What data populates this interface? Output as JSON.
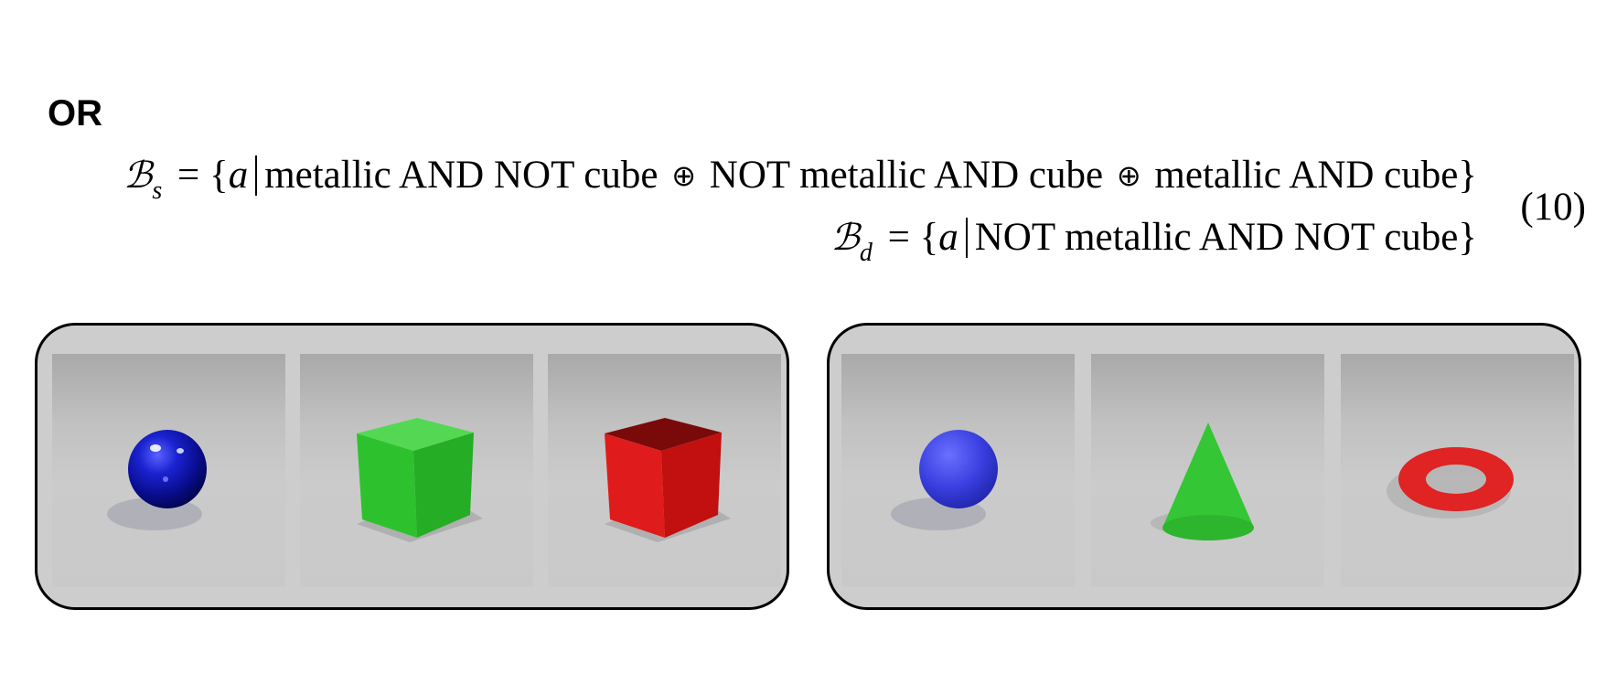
{
  "heading": "OR",
  "equation": {
    "number": "(10)",
    "line1": {
      "symbol": "ℬ",
      "subscript": "s",
      "equals": "=",
      "open": "{",
      "var": "a",
      "term1": "metallic AND NOT cube",
      "op1": "⊕",
      "term2": "NOT metallic AND cube",
      "op2": "⊕",
      "term3": "metallic AND cube",
      "close": "}"
    },
    "line2": {
      "symbol": "ℬ",
      "subscript": "d",
      "equals": "=",
      "open": "{",
      "var": "a",
      "term1": "NOT metallic AND NOT cube",
      "close": "}"
    }
  },
  "panels": [
    {
      "set": "s",
      "objects": [
        {
          "shape": "sphere",
          "color": "#1015b8",
          "material": "metallic"
        },
        {
          "shape": "cube",
          "color": "#2bc32b",
          "material": "rubber"
        },
        {
          "shape": "cube",
          "color": "#d31616",
          "material": "metallic"
        }
      ]
    },
    {
      "set": "d",
      "objects": [
        {
          "shape": "sphere",
          "color": "#3a3fe0",
          "material": "rubber"
        },
        {
          "shape": "cone",
          "color": "#2fc02f",
          "material": "rubber"
        },
        {
          "shape": "torus",
          "color": "#e02323",
          "material": "rubber"
        }
      ]
    }
  ]
}
